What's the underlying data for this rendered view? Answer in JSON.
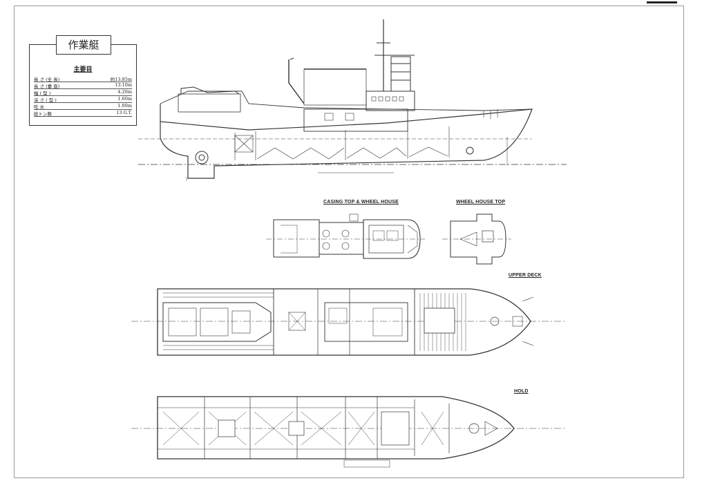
{
  "title_box": {
    "title": "作業艇",
    "subtitle": "主要目",
    "rows": [
      {
        "key": "長 さ (全 長)",
        "value": "約13.85m"
      },
      {
        "key": "長 さ (垂 直)",
        "value": "13.10m"
      },
      {
        "key": "幅 ( 型 )",
        "value": "4.20m"
      },
      {
        "key": "深 さ ( 型 )",
        "value": "1.60m"
      },
      {
        "key": "吃 水",
        "value": "1.00m"
      },
      {
        "key": "総トン数",
        "value": "13 G.T."
      }
    ]
  },
  "views": {
    "casing_top": "CASING TOP & WHEEL HOUSE",
    "wheel_house_top": "WHEEL HOUSE TOP",
    "upper_deck": "UPPER DECK",
    "hold": "HOLD"
  },
  "colors": {
    "line": "#333333",
    "paper": "#ffffff",
    "frame": "#9a9a9a"
  }
}
